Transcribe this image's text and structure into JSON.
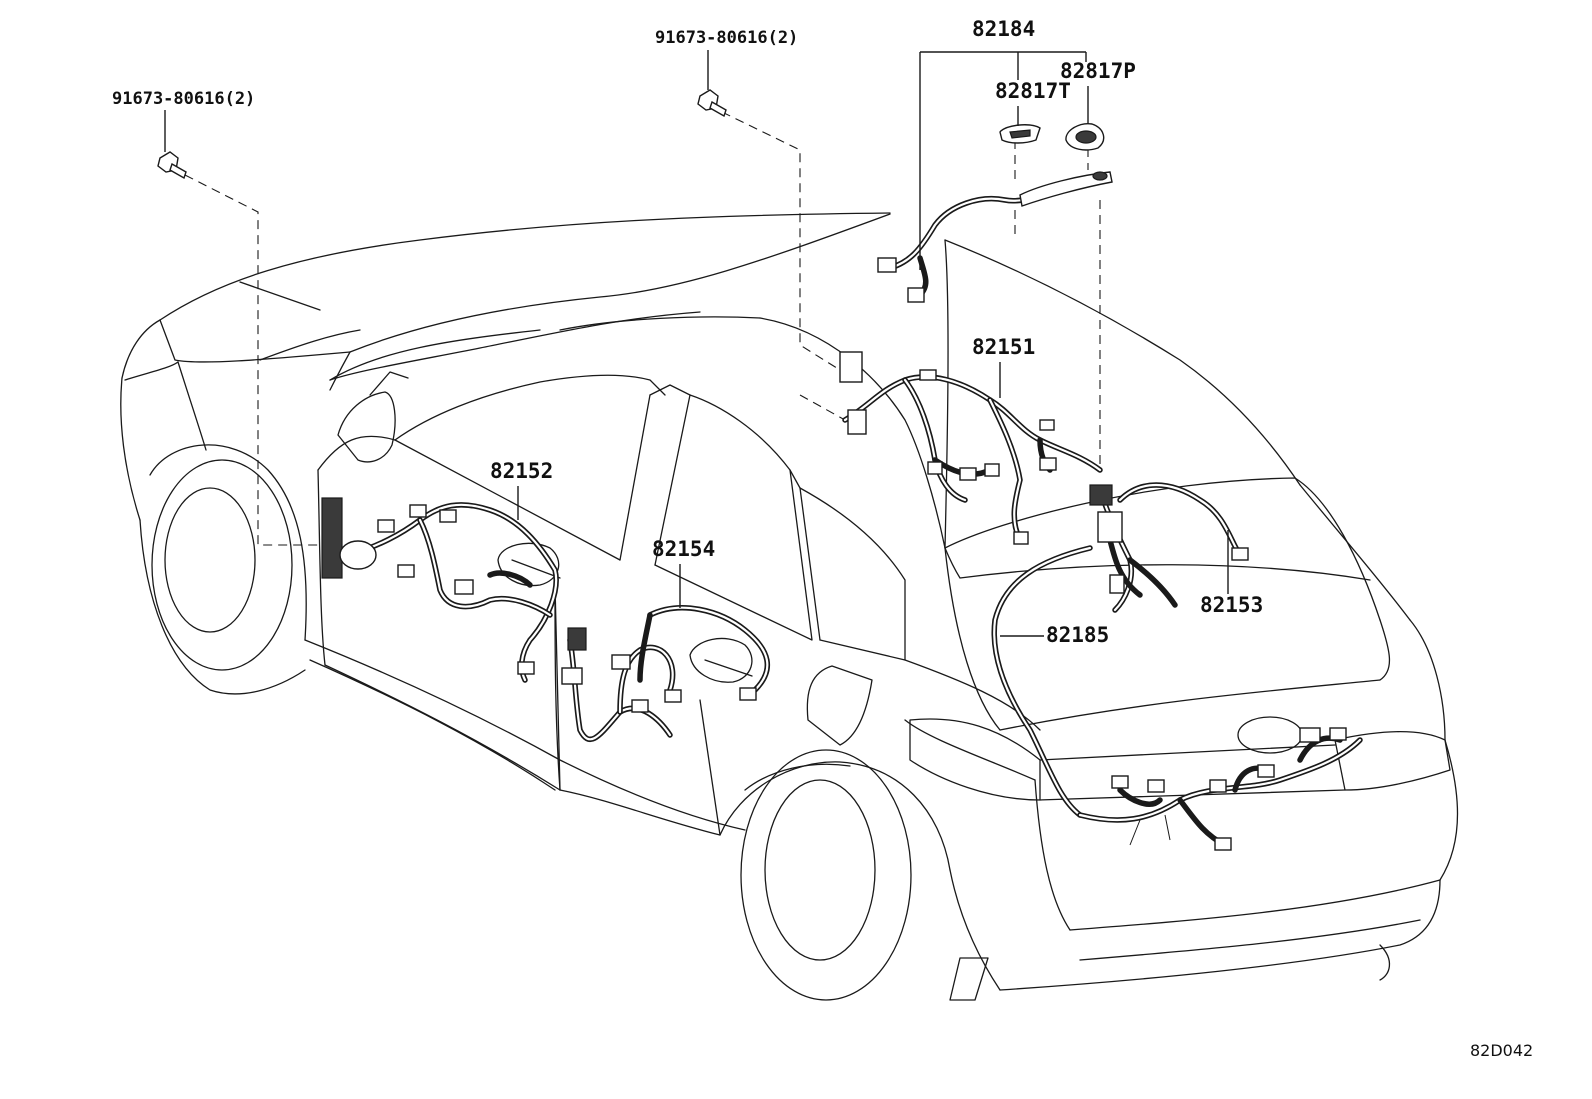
{
  "diagram": {
    "figure_code": "82D042",
    "parts": {
      "bolt_left": "91673-80616(2)",
      "bolt_center": "91673-80616(2)",
      "roof_harness": "82184",
      "grommet_t": "82817T",
      "grommet_p": "82817P",
      "floor_harness": "82151",
      "front_door_harness": "82152",
      "rear_door_harness": "82154",
      "back_door_harness": "82153",
      "back_door_wire": "82185"
    }
  }
}
